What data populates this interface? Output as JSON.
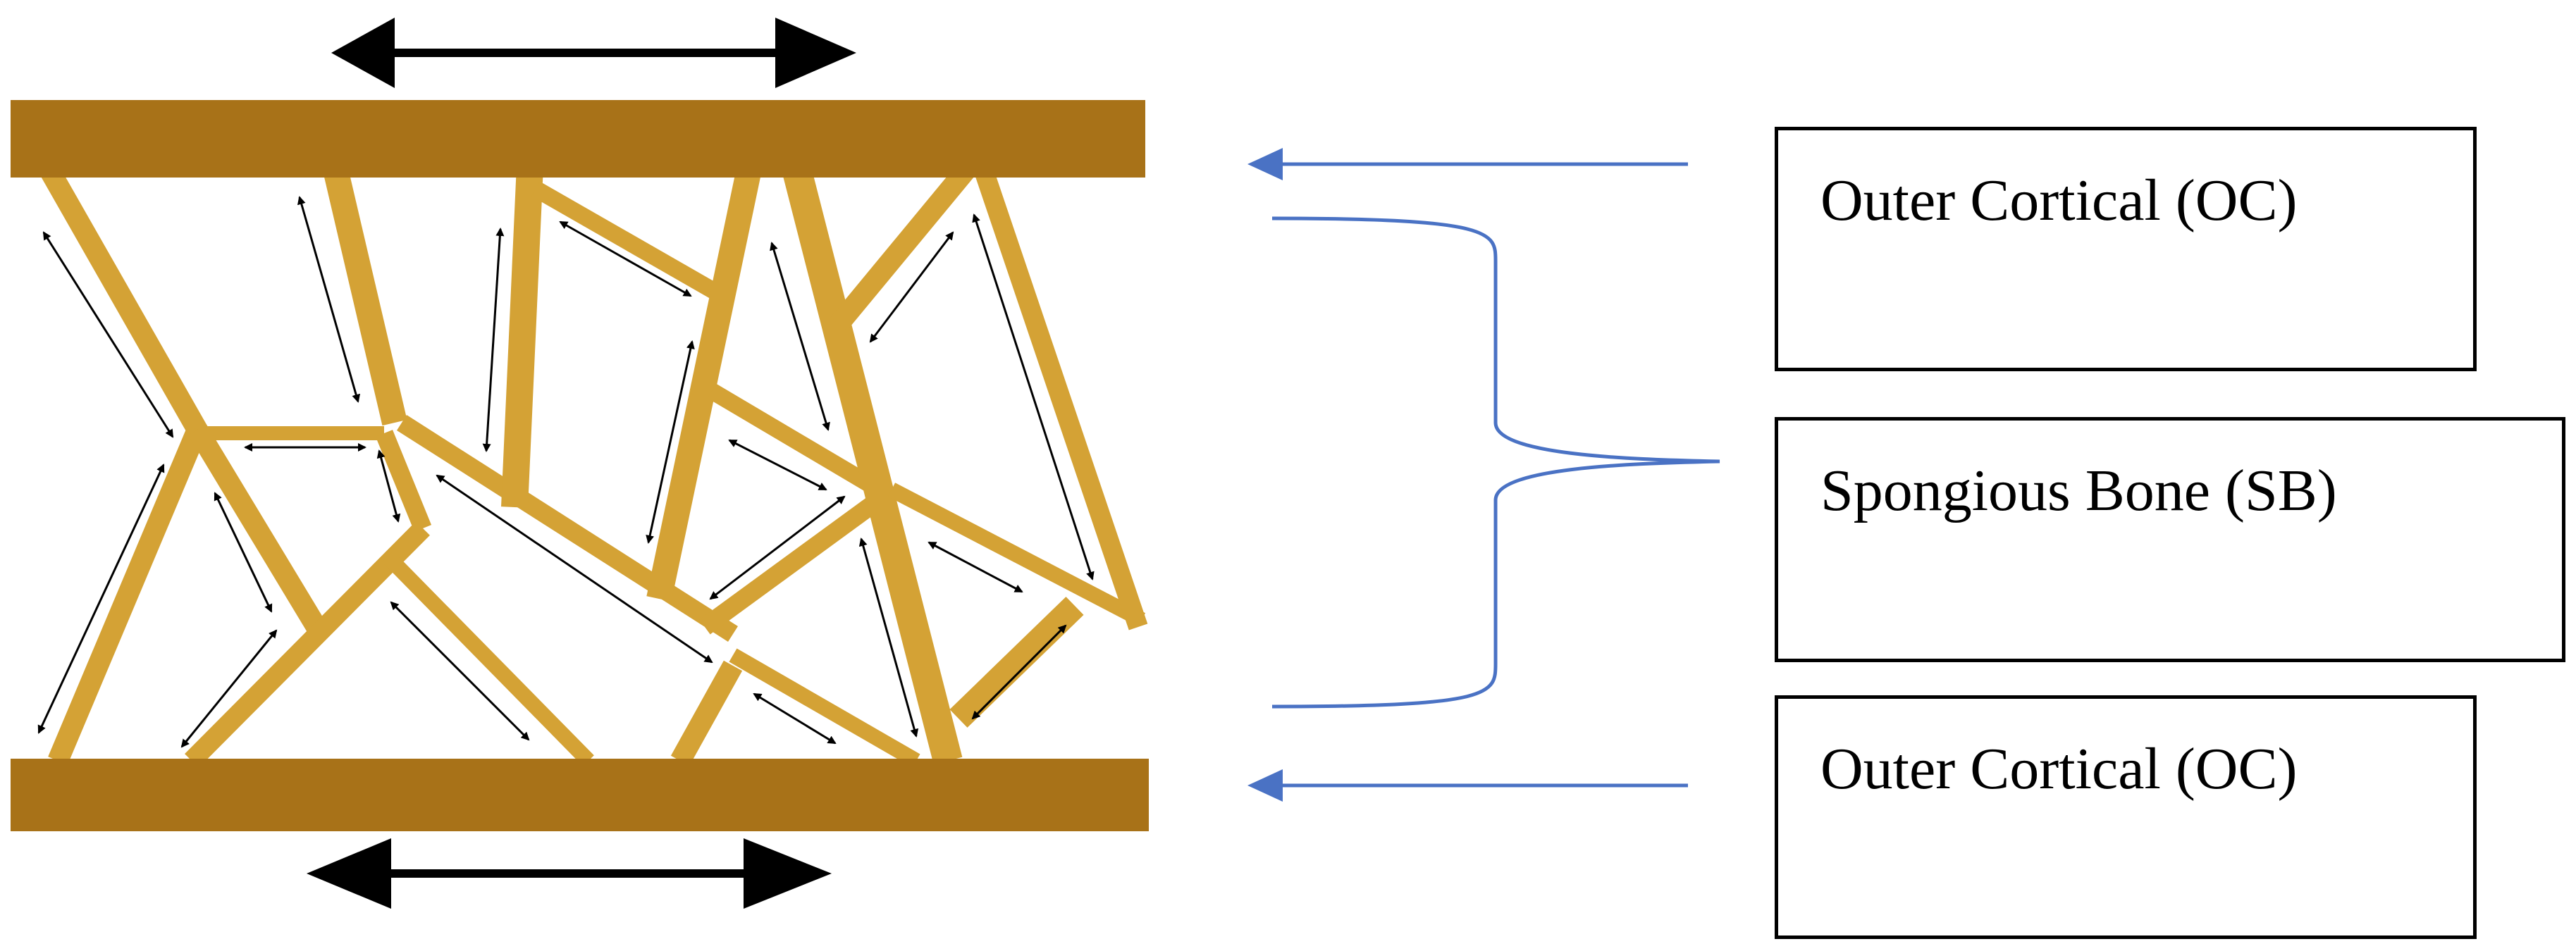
{
  "labels": {
    "outer_cortical_top": "Outer Cortical (OC)",
    "spongious_bone": "Spongious Bone (SB)",
    "outer_cortical_bottom": "Outer Cortical (OC)"
  },
  "colors": {
    "cortical": "#A87218",
    "trabecula": "#D4A235",
    "pointer": "#4A72C4",
    "arrow": "#000000"
  }
}
